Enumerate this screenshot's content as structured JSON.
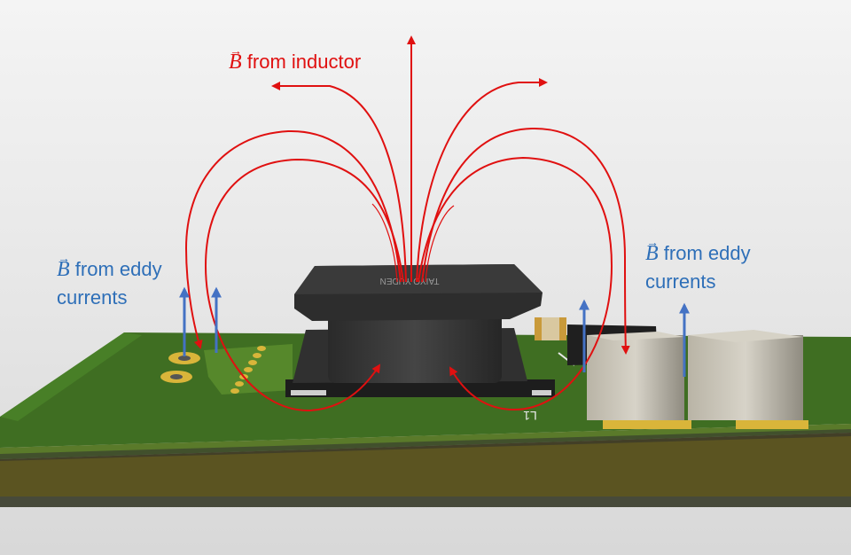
{
  "labels": {
    "inductor": {
      "symbol": "B",
      "text": "from inductor"
    },
    "eddy_left": {
      "symbol": "B",
      "line1": "from eddy",
      "line2": "currents"
    },
    "eddy_right": {
      "symbol": "B",
      "line1": "from eddy",
      "line2": "currents"
    }
  },
  "component_text": {
    "inductor_marking": "TAIYO YUDEN",
    "silkscreen_ref": "L1"
  },
  "colors": {
    "inductor_field": "#e01010",
    "eddy_field": "#2e6fb8",
    "pcb_green": "#3f6e22",
    "inductor_body": "#2b2b2b",
    "pad_gold": "#d9b53a"
  },
  "icons": {
    "field_line_arrow": "arrow-head",
    "eddy_arrow": "arrow-up"
  }
}
